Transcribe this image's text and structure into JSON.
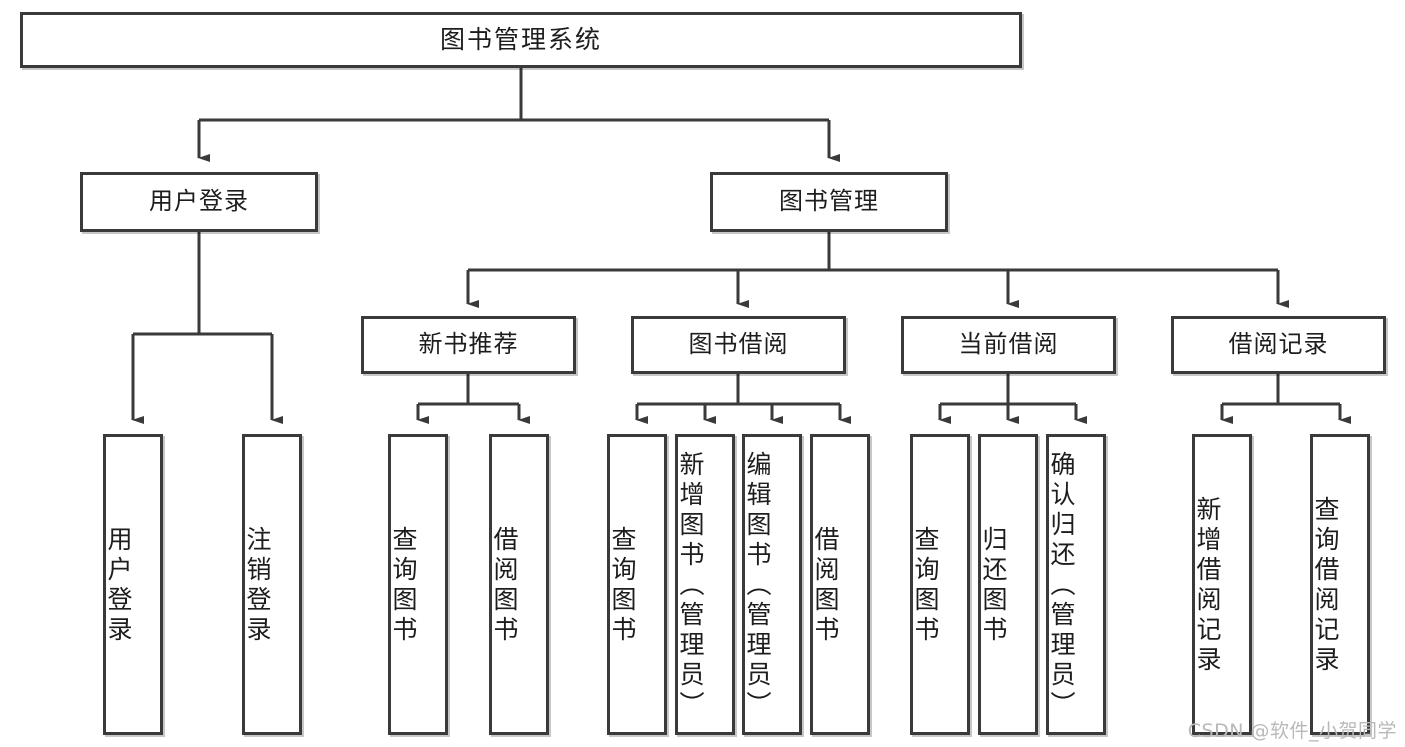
{
  "diagram": {
    "title_node": {
      "label": "图书管理系统"
    },
    "level2": [
      {
        "label": "用户登录"
      },
      {
        "label": "图书管理"
      }
    ],
    "level3": [
      {
        "label": "新书推荐"
      },
      {
        "label": "图书借阅"
      },
      {
        "label": "当前借阅"
      },
      {
        "label": "借阅记录"
      }
    ],
    "leaves": {
      "user_login": [
        {
          "label": "用户登录"
        },
        {
          "label": "注销登录"
        }
      ],
      "new_book_recommend": [
        {
          "label": "查询图书"
        },
        {
          "label": "借阅图书"
        }
      ],
      "book_borrow": [
        {
          "label": "查询图书"
        },
        {
          "label": "新增图书（管理员）"
        },
        {
          "label": "编辑图书（管理员）"
        },
        {
          "label": "借阅图书"
        }
      ],
      "current_borrow": [
        {
          "label": "查询图书"
        },
        {
          "label": "归还图书"
        },
        {
          "label": "确认归还（管理员）"
        }
      ],
      "borrow_record": [
        {
          "label": "新增借阅记录"
        },
        {
          "label": "查询借阅记录"
        }
      ]
    }
  },
  "watermark": {
    "text": "CSDN @软件_小贺同学"
  },
  "colors": {
    "stroke": "#3a3a3a",
    "background": "#ffffff",
    "text": "#1d1d1d",
    "watermark": "#b9b9b9"
  }
}
